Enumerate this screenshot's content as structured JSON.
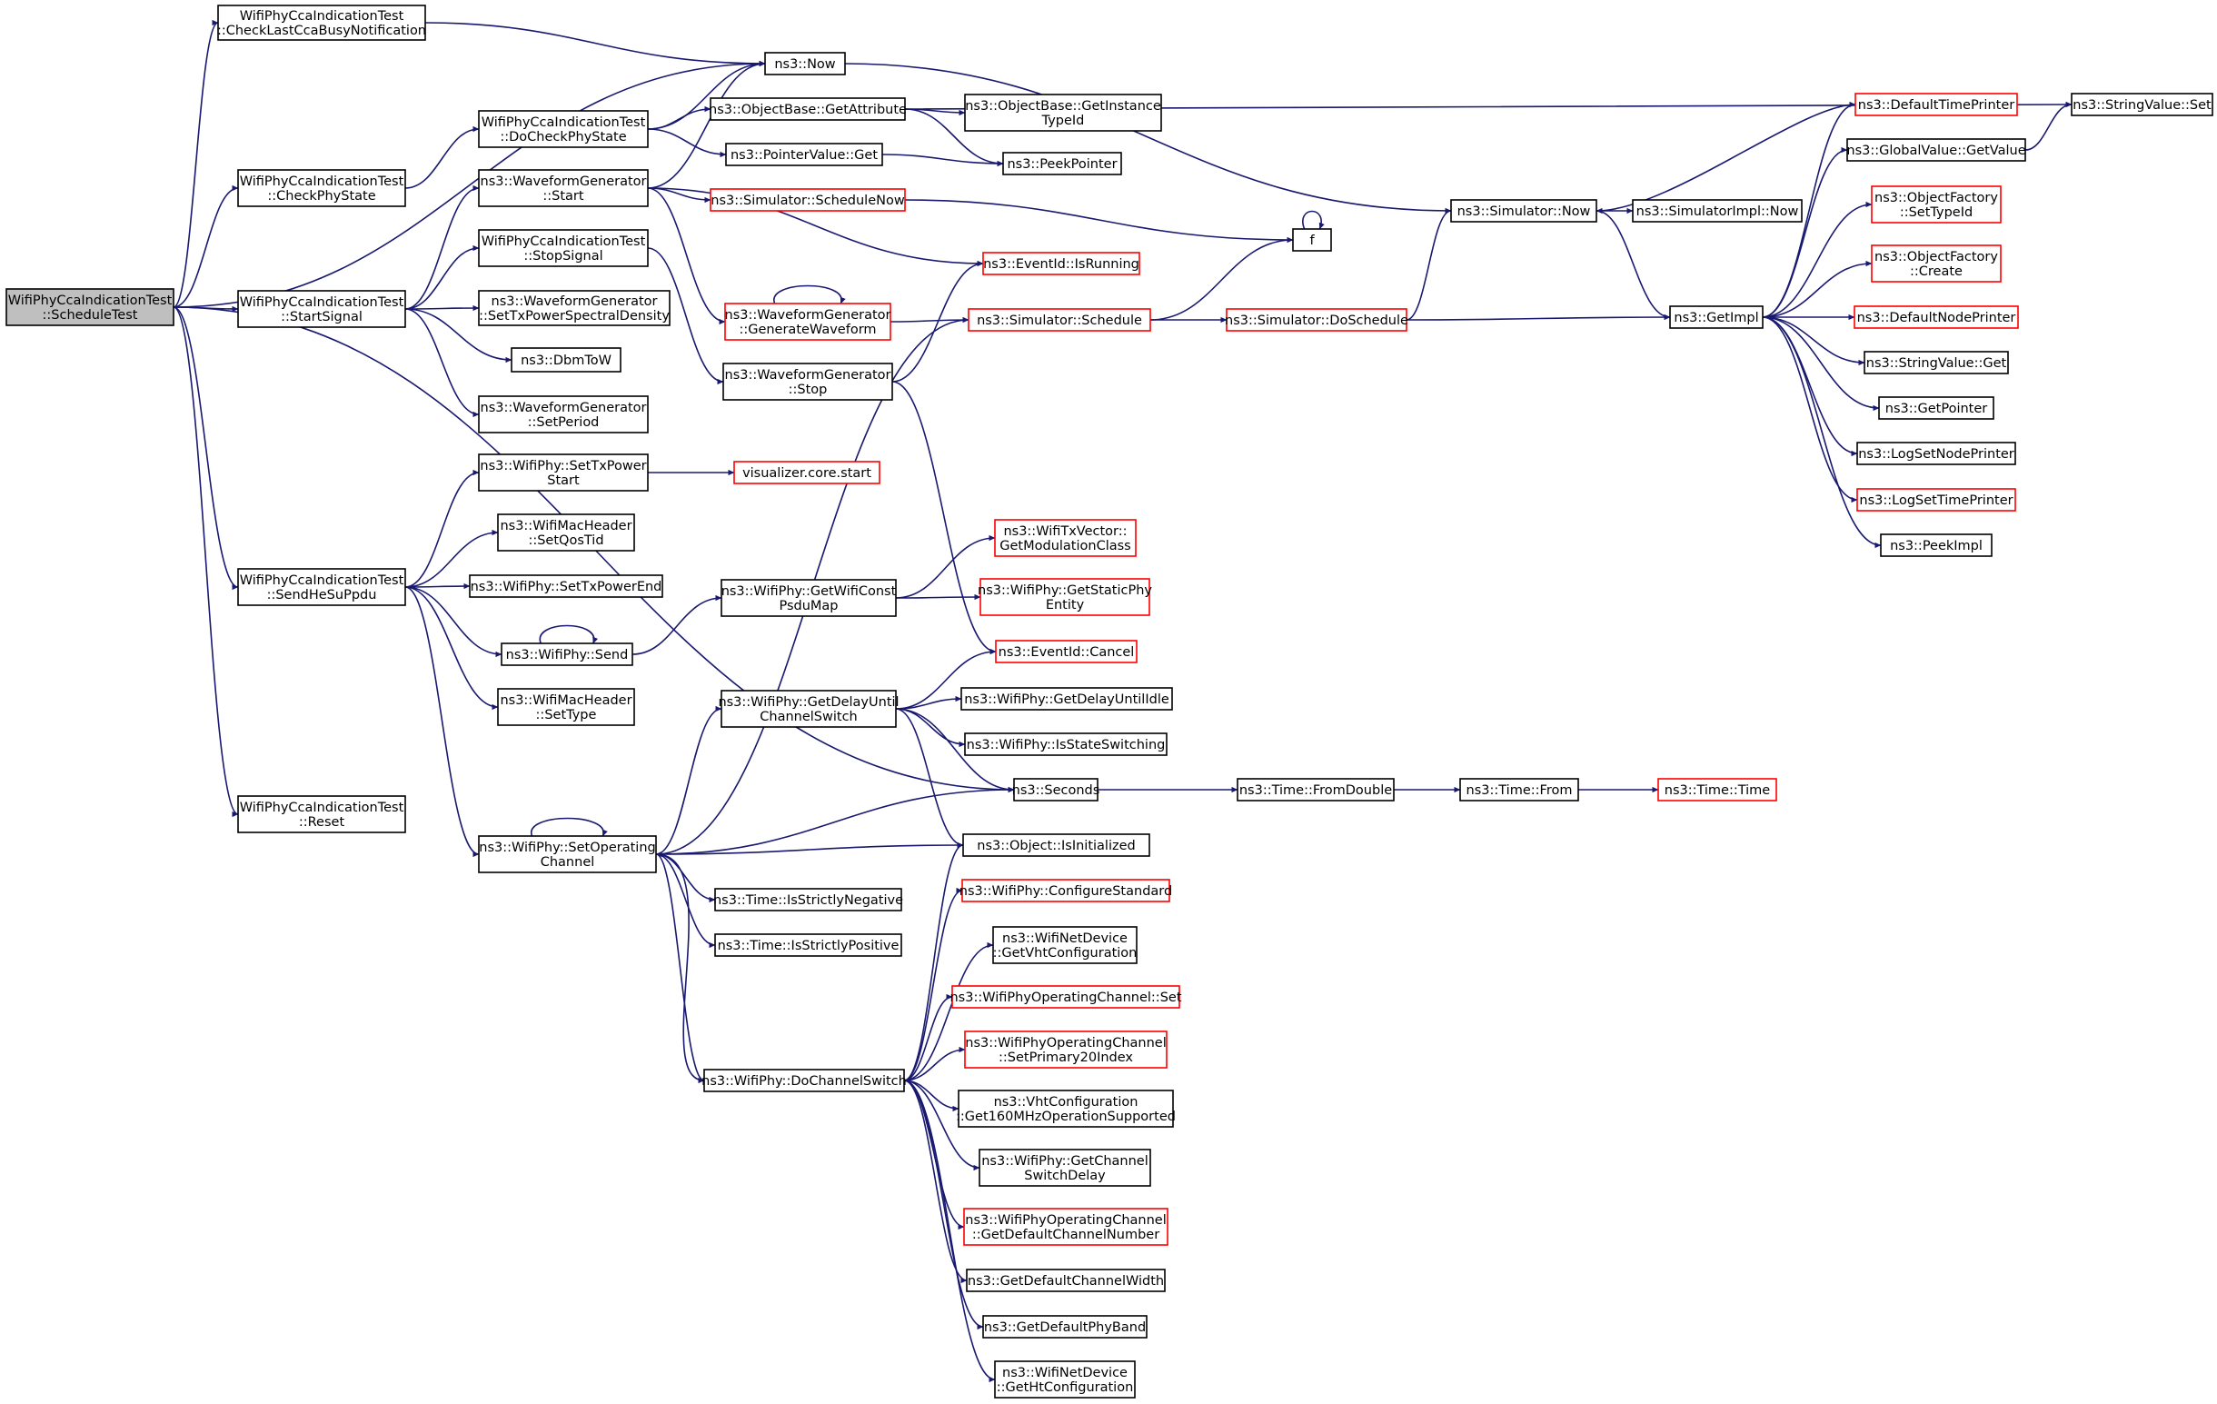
{
  "colors": {
    "edge": "#191970",
    "node_border": "#000000",
    "truncated_node_border": "#ff0000",
    "root_fill": "#bfbfbf",
    "node_fill": "#ffffff"
  },
  "nodes": [
    {
      "id": "root",
      "lines": [
        "WifiPhyCcaIndicationTest",
        "::ScheduleTest"
      ],
      "root": true
    },
    {
      "id": "checkLast",
      "lines": [
        "WifiPhyCcaIndicationTest",
        "::CheckLastCcaBusyNotification"
      ]
    },
    {
      "id": "checkPhy",
      "lines": [
        "WifiPhyCcaIndicationTest",
        "::CheckPhyState"
      ]
    },
    {
      "id": "startSignal",
      "lines": [
        "WifiPhyCcaIndicationTest",
        "::StartSignal"
      ]
    },
    {
      "id": "sendHe",
      "lines": [
        "WifiPhyCcaIndicationTest",
        "::SendHeSuPpdu"
      ]
    },
    {
      "id": "reset",
      "lines": [
        "WifiPhyCcaIndicationTest",
        "::Reset"
      ]
    },
    {
      "id": "doCheck",
      "lines": [
        "WifiPhyCcaIndicationTest",
        "::DoCheckPhyState"
      ]
    },
    {
      "id": "wgStart",
      "lines": [
        "ns3::WaveformGenerator",
        "::Start"
      ]
    },
    {
      "id": "stopSignal",
      "lines": [
        "WifiPhyCcaIndicationTest",
        "::StopSignal"
      ]
    },
    {
      "id": "setTxPsd",
      "lines": [
        "ns3::WaveformGenerator",
        "::SetTxPowerSpectralDensity"
      ]
    },
    {
      "id": "dbmToW",
      "lines": [
        "ns3::DbmToW"
      ]
    },
    {
      "id": "setPeriod",
      "lines": [
        "ns3::WaveformGenerator",
        "::SetPeriod"
      ]
    },
    {
      "id": "setTxPowerStart",
      "lines": [
        "ns3::WifiPhy::SetTxPower",
        "Start"
      ]
    },
    {
      "id": "setQosTid",
      "lines": [
        "ns3::WifiMacHeader",
        "::SetQosTid"
      ]
    },
    {
      "id": "setTxPowerEnd",
      "lines": [
        "ns3::WifiPhy::SetTxPowerEnd"
      ]
    },
    {
      "id": "send",
      "lines": [
        "ns3::WifiPhy::Send"
      ]
    },
    {
      "id": "setType",
      "lines": [
        "ns3::WifiMacHeader",
        "::SetType"
      ]
    },
    {
      "id": "setOpCh",
      "lines": [
        "ns3::WifiPhy::SetOperating",
        "Channel"
      ]
    },
    {
      "id": "doChSw",
      "lines": [
        "ns3::WifiPhy::DoChannelSwitch"
      ]
    },
    {
      "id": "now",
      "lines": [
        "ns3::Now"
      ]
    },
    {
      "id": "getAttr",
      "lines": [
        "ns3::ObjectBase::GetAttribute"
      ]
    },
    {
      "id": "ptrGet",
      "lines": [
        "ns3::PointerValue::Get"
      ]
    },
    {
      "id": "schedNow",
      "lines": [
        "ns3::Simulator::ScheduleNow"
      ],
      "truncated": true
    },
    {
      "id": "genWave",
      "lines": [
        "ns3::WaveformGenerator",
        "::GenerateWaveform"
      ],
      "truncated": true
    },
    {
      "id": "wgStop",
      "lines": [
        "ns3::WaveformGenerator",
        "::Stop"
      ]
    },
    {
      "id": "vizStart",
      "lines": [
        "visualizer.core.start"
      ],
      "truncated": true
    },
    {
      "id": "getPsduMap",
      "lines": [
        "ns3::WifiPhy::GetWifiConst",
        "PsduMap"
      ]
    },
    {
      "id": "getDelayCh",
      "lines": [
        "ns3::WifiPhy::GetDelayUntil",
        "ChannelSwitch"
      ]
    },
    {
      "id": "isStrictNeg",
      "lines": [
        "ns3::Time::IsStrictlyNegative"
      ]
    },
    {
      "id": "isStrictPos",
      "lines": [
        "ns3::Time::IsStrictlyPositive"
      ]
    },
    {
      "id": "getInstTypeId",
      "lines": [
        "ns3::ObjectBase::GetInstance",
        "TypeId"
      ]
    },
    {
      "id": "peekPtr",
      "lines": [
        "ns3::PeekPointer"
      ]
    },
    {
      "id": "isRunning",
      "lines": [
        "ns3::EventId::IsRunning"
      ],
      "truncated": true
    },
    {
      "id": "schedule",
      "lines": [
        "ns3::Simulator::Schedule"
      ],
      "truncated": true
    },
    {
      "id": "getModClass",
      "lines": [
        "ns3::WifiTxVector::",
        "GetModulationClass"
      ],
      "truncated": true
    },
    {
      "id": "getStaticPhy",
      "lines": [
        "ns3::WifiPhy::GetStaticPhy",
        "Entity"
      ],
      "truncated": true
    },
    {
      "id": "cancel",
      "lines": [
        "ns3::EventId::Cancel"
      ],
      "truncated": true
    },
    {
      "id": "getDelayIdle",
      "lines": [
        "ns3::WifiPhy::GetDelayUntilIdle"
      ]
    },
    {
      "id": "isStateSw",
      "lines": [
        "ns3::WifiPhy::IsStateSwitching"
      ]
    },
    {
      "id": "seconds",
      "lines": [
        "ns3::Seconds"
      ]
    },
    {
      "id": "isInit",
      "lines": [
        "ns3::Object::IsInitialized"
      ]
    },
    {
      "id": "configStd",
      "lines": [
        "ns3::WifiPhy::ConfigureStandard"
      ],
      "truncated": true
    },
    {
      "id": "getVht",
      "lines": [
        "ns3::WifiNetDevice",
        "::GetVhtConfiguration"
      ]
    },
    {
      "id": "opChSet",
      "lines": [
        "ns3::WifiPhyOperatingChannel::Set"
      ],
      "truncated": true
    },
    {
      "id": "setPrimary20",
      "lines": [
        "ns3::WifiPhyOperatingChannel",
        "::SetPrimary20Index"
      ],
      "truncated": true
    },
    {
      "id": "get160",
      "lines": [
        "ns3::VhtConfiguration",
        "::Get160MHzOperationSupported"
      ]
    },
    {
      "id": "getChSwDelay",
      "lines": [
        "ns3::WifiPhy::GetChannel",
        "SwitchDelay"
      ]
    },
    {
      "id": "getDefChNum",
      "lines": [
        "ns3::WifiPhyOperatingChannel",
        "::GetDefaultChannelNumber"
      ],
      "truncated": true
    },
    {
      "id": "getDefChWidth",
      "lines": [
        "ns3::GetDefaultChannelWidth"
      ]
    },
    {
      "id": "getDefBand",
      "lines": [
        "ns3::GetDefaultPhyBand"
      ]
    },
    {
      "id": "getHt",
      "lines": [
        "ns3::WifiNetDevice",
        "::GetHtConfiguration"
      ]
    },
    {
      "id": "f",
      "lines": [
        "f"
      ]
    },
    {
      "id": "doSchedule",
      "lines": [
        "ns3::Simulator::DoSchedule"
      ],
      "truncated": true
    },
    {
      "id": "timeFromDouble",
      "lines": [
        "ns3::Time::FromDouble"
      ]
    },
    {
      "id": "simNow",
      "lines": [
        "ns3::Simulator::Now"
      ]
    },
    {
      "id": "simImplNow",
      "lines": [
        "ns3::SimulatorImpl::Now"
      ]
    },
    {
      "id": "timeFrom",
      "lines": [
        "ns3::Time::From"
      ]
    },
    {
      "id": "getImpl",
      "lines": [
        "ns3::GetImpl"
      ]
    },
    {
      "id": "timeTime",
      "lines": [
        "ns3::Time::Time"
      ],
      "truncated": true
    },
    {
      "id": "defTimePrinter",
      "lines": [
        "ns3::DefaultTimePrinter"
      ],
      "truncated": true
    },
    {
      "id": "gvGetValue",
      "lines": [
        "ns3::GlobalValue::GetValue"
      ]
    },
    {
      "id": "ofSetTypeId",
      "lines": [
        "ns3::ObjectFactory",
        "::SetTypeId"
      ],
      "truncated": true
    },
    {
      "id": "ofCreate",
      "lines": [
        "ns3::ObjectFactory",
        "::Create"
      ],
      "truncated": true
    },
    {
      "id": "defNodePrinter",
      "lines": [
        "ns3::DefaultNodePrinter"
      ],
      "truncated": true
    },
    {
      "id": "svGet",
      "lines": [
        "ns3::StringValue::Get"
      ]
    },
    {
      "id": "getPointer",
      "lines": [
        "ns3::GetPointer"
      ]
    },
    {
      "id": "logSetNode",
      "lines": [
        "ns3::LogSetNodePrinter"
      ]
    },
    {
      "id": "logSetTime",
      "lines": [
        "ns3::LogSetTimePrinter"
      ],
      "truncated": true
    },
    {
      "id": "peekImpl",
      "lines": [
        "ns3::PeekImpl"
      ]
    },
    {
      "id": "svSet",
      "lines": [
        "ns3::StringValue::Set"
      ]
    }
  ]
}
